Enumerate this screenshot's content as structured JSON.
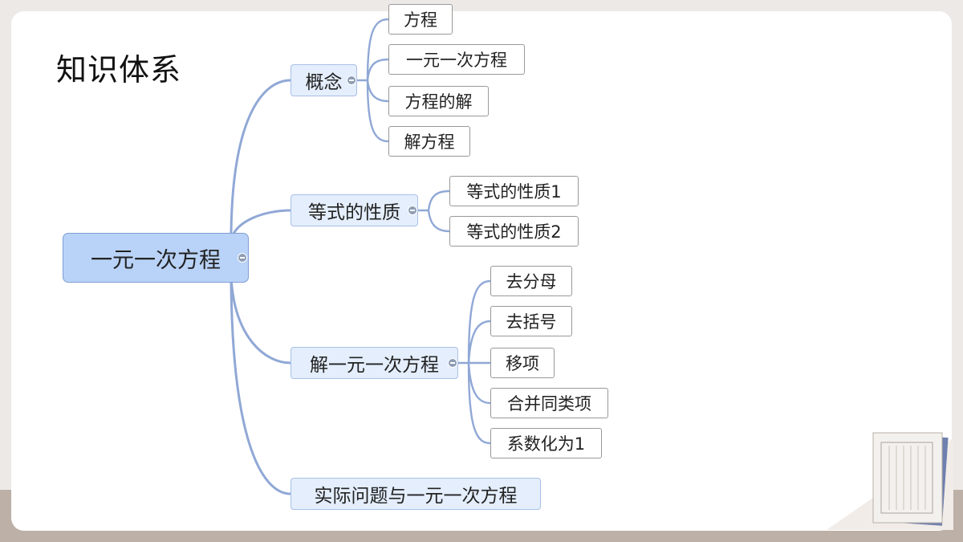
{
  "page": {
    "title": "知识体系"
  },
  "mindmap": {
    "root": "一元一次方程",
    "branches": [
      {
        "label": "概念",
        "children": [
          "方程",
          "一元一次方程",
          "方程的解",
          "解方程"
        ]
      },
      {
        "label": "等式的性质",
        "children": [
          "等式的性质1",
          "等式的性质2"
        ]
      },
      {
        "label": "解一元一次方程",
        "children": [
          "去分母",
          "去括号",
          "移项",
          "合并同类项",
          "系数化为1"
        ]
      },
      {
        "label": "实际问题与一元一次方程",
        "children": []
      }
    ]
  },
  "colors": {
    "line": "#90a8d6",
    "root_fill": "#b9d2f7",
    "branch_fill": "#e4eefc"
  }
}
